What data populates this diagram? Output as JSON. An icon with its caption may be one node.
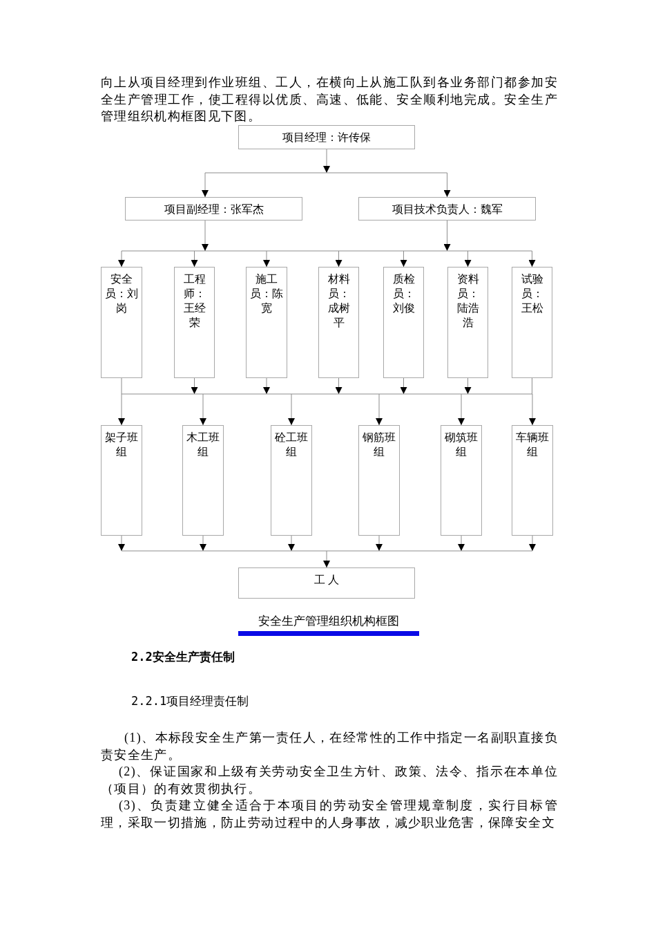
{
  "diagram": {
    "caption": "安全生产管理组织机构框图",
    "nodes": [
      {
        "text": [
          "项目经理：许传保"
        ]
      },
      {
        "text": [
          "项目副经理：张军杰"
        ]
      },
      {
        "text": [
          "项目技术负责人：魏军"
        ]
      },
      {
        "text": [
          "安全员：刘岗"
        ]
      },
      {
        "text": [
          "工程师：王经荣"
        ]
      },
      {
        "text": [
          "施工员：陈宽"
        ]
      },
      {
        "text": [
          "材料员：成树平"
        ]
      },
      {
        "text": [
          "质检员：刘俊"
        ]
      },
      {
        "text": [
          "资料员：陆浩浩"
        ]
      },
      {
        "text": [
          "试验员：王松"
        ]
      },
      {
        "text": [
          "架子班组"
        ]
      },
      {
        "text": [
          "木工班组"
        ]
      },
      {
        "text": [
          "砼工班组"
        ]
      },
      {
        "text": [
          "钢筋班组"
        ]
      },
      {
        "text": [
          "砌筑班组"
        ]
      },
      {
        "text": [
          "车辆班组"
        ]
      },
      {
        "text": [
          "工 人"
        ]
      }
    ],
    "edges": [
      {
        "from": 0,
        "to": 1,
        "arrow": "to"
      },
      {
        "from": 0,
        "to": 2,
        "arrow": "to"
      },
      {
        "from": 1,
        "to": 3,
        "arrow": "to"
      },
      {
        "from": 1,
        "to": 4,
        "arrow": "to"
      },
      {
        "from": 1,
        "to": 5,
        "arrow": "to"
      },
      {
        "from": 1,
        "to": 6,
        "arrow": "to"
      },
      {
        "from": 1,
        "to": 7,
        "arrow": "to"
      },
      {
        "from": 1,
        "to": 8,
        "arrow": "to"
      },
      {
        "from": 1,
        "to": 9,
        "arrow": "to"
      },
      {
        "from": 2,
        "to": 3,
        "arrow": "to"
      },
      {
        "from": 2,
        "to": 4,
        "arrow": "to"
      },
      {
        "from": 2,
        "to": 5,
        "arrow": "to"
      },
      {
        "from": 2,
        "to": 6,
        "arrow": "to"
      },
      {
        "from": 2,
        "to": 7,
        "arrow": "to"
      },
      {
        "from": 2,
        "to": 8,
        "arrow": "to"
      },
      {
        "from": 2,
        "to": 9,
        "arrow": "to"
      },
      {
        "from": 3,
        "to": 10,
        "arrow": "to"
      },
      {
        "from": 3,
        "to": 11,
        "arrow": "to"
      },
      {
        "from": 3,
        "to": 12,
        "arrow": "to"
      },
      {
        "from": 3,
        "to": 13,
        "arrow": "to"
      },
      {
        "from": 3,
        "to": 14,
        "arrow": "to"
      },
      {
        "from": 3,
        "to": 15,
        "arrow": "to"
      },
      {
        "from": 4,
        "to": 10,
        "arrow": "to"
      },
      {
        "from": 4,
        "to": 11,
        "arrow": "to"
      },
      {
        "from": 4,
        "to": 12,
        "arrow": "to"
      },
      {
        "from": 4,
        "to": 13,
        "arrow": "to"
      },
      {
        "from": 4,
        "to": 14,
        "arrow": "to"
      },
      {
        "from": 4,
        "to": 15,
        "arrow": "to"
      },
      {
        "from": 5,
        "to": 10,
        "arrow": "to"
      },
      {
        "from": 5,
        "to": 11,
        "arrow": "to"
      },
      {
        "from": 5,
        "to": 12,
        "arrow": "to"
      },
      {
        "from": 5,
        "to": 13,
        "arrow": "to"
      },
      {
        "from": 5,
        "to": 14,
        "arrow": "to"
      },
      {
        "from": 5,
        "to": 15,
        "arrow": "to"
      },
      {
        "from": 6,
        "to": 10,
        "arrow": "to"
      },
      {
        "from": 6,
        "to": 11,
        "arrow": "to"
      },
      {
        "from": 6,
        "to": 12,
        "arrow": "to"
      },
      {
        "from": 6,
        "to": 13,
        "arrow": "to"
      },
      {
        "from": 6,
        "to": 14,
        "arrow": "to"
      },
      {
        "from": 6,
        "to": 15,
        "arrow": "to"
      },
      {
        "from": 7,
        "to": 10,
        "arrow": "to"
      },
      {
        "from": 7,
        "to": 11,
        "arrow": "to"
      },
      {
        "from": 7,
        "to": 12,
        "arrow": "to"
      },
      {
        "from": 7,
        "to": 13,
        "arrow": "to"
      },
      {
        "from": 7,
        "to": 14,
        "arrow": "to"
      },
      {
        "from": 7,
        "to": 15,
        "arrow": "to"
      },
      {
        "from": 8,
        "to": 10,
        "arrow": "to"
      },
      {
        "from": 8,
        "to": 11,
        "arrow": "to"
      },
      {
        "from": 8,
        "to": 12,
        "arrow": "to"
      },
      {
        "from": 8,
        "to": 13,
        "arrow": "to"
      },
      {
        "from": 8,
        "to": 14,
        "arrow": "to"
      },
      {
        "from": 8,
        "to": 15,
        "arrow": "to"
      },
      {
        "from": 9,
        "to": 10,
        "arrow": "to"
      },
      {
        "from": 9,
        "to": 11,
        "arrow": "to"
      },
      {
        "from": 9,
        "to": 12,
        "arrow": "to"
      },
      {
        "from": 9,
        "to": 13,
        "arrow": "to"
      },
      {
        "from": 9,
        "to": 14,
        "arrow": "to"
      },
      {
        "from": 9,
        "to": 15,
        "arrow": "to"
      },
      {
        "from": 10,
        "to": 16,
        "arrow": "to"
      },
      {
        "from": 11,
        "to": 16,
        "arrow": "to"
      },
      {
        "from": 12,
        "to": 16,
        "arrow": "to"
      },
      {
        "from": 13,
        "to": 16,
        "arrow": "to"
      },
      {
        "from": 14,
        "to": 16,
        "arrow": "to"
      },
      {
        "from": 15,
        "to": 16,
        "arrow": "to"
      }
    ],
    "labels": [
      "向上从项目经理到作业班组、工人，在横向上从施工队到各业务部门都参加安全生产管理工作，使工程得以优质、高速、低能、安全顺利地完成。安全生产管理组织机构框图见下图。",
      "2.2安全生产责任制",
      "2.2.1项目经理责任制",
      "(1)、本标段安全生产第一责任人，在经常性的工作中指定一名副职直接负责安全生产。",
      "(2)、保证国家和上级有关劳动安全卫生方针、政策、法令、指示在本单位（项目）的有效贯彻执行。",
      "(3)、负责建立健全适合于本项目的劳动安全管理规章制度，实行目标管理，采取一切措施，防止劳动过程中的人身事故，减少职业危害，保障安全文"
    ]
  }
}
